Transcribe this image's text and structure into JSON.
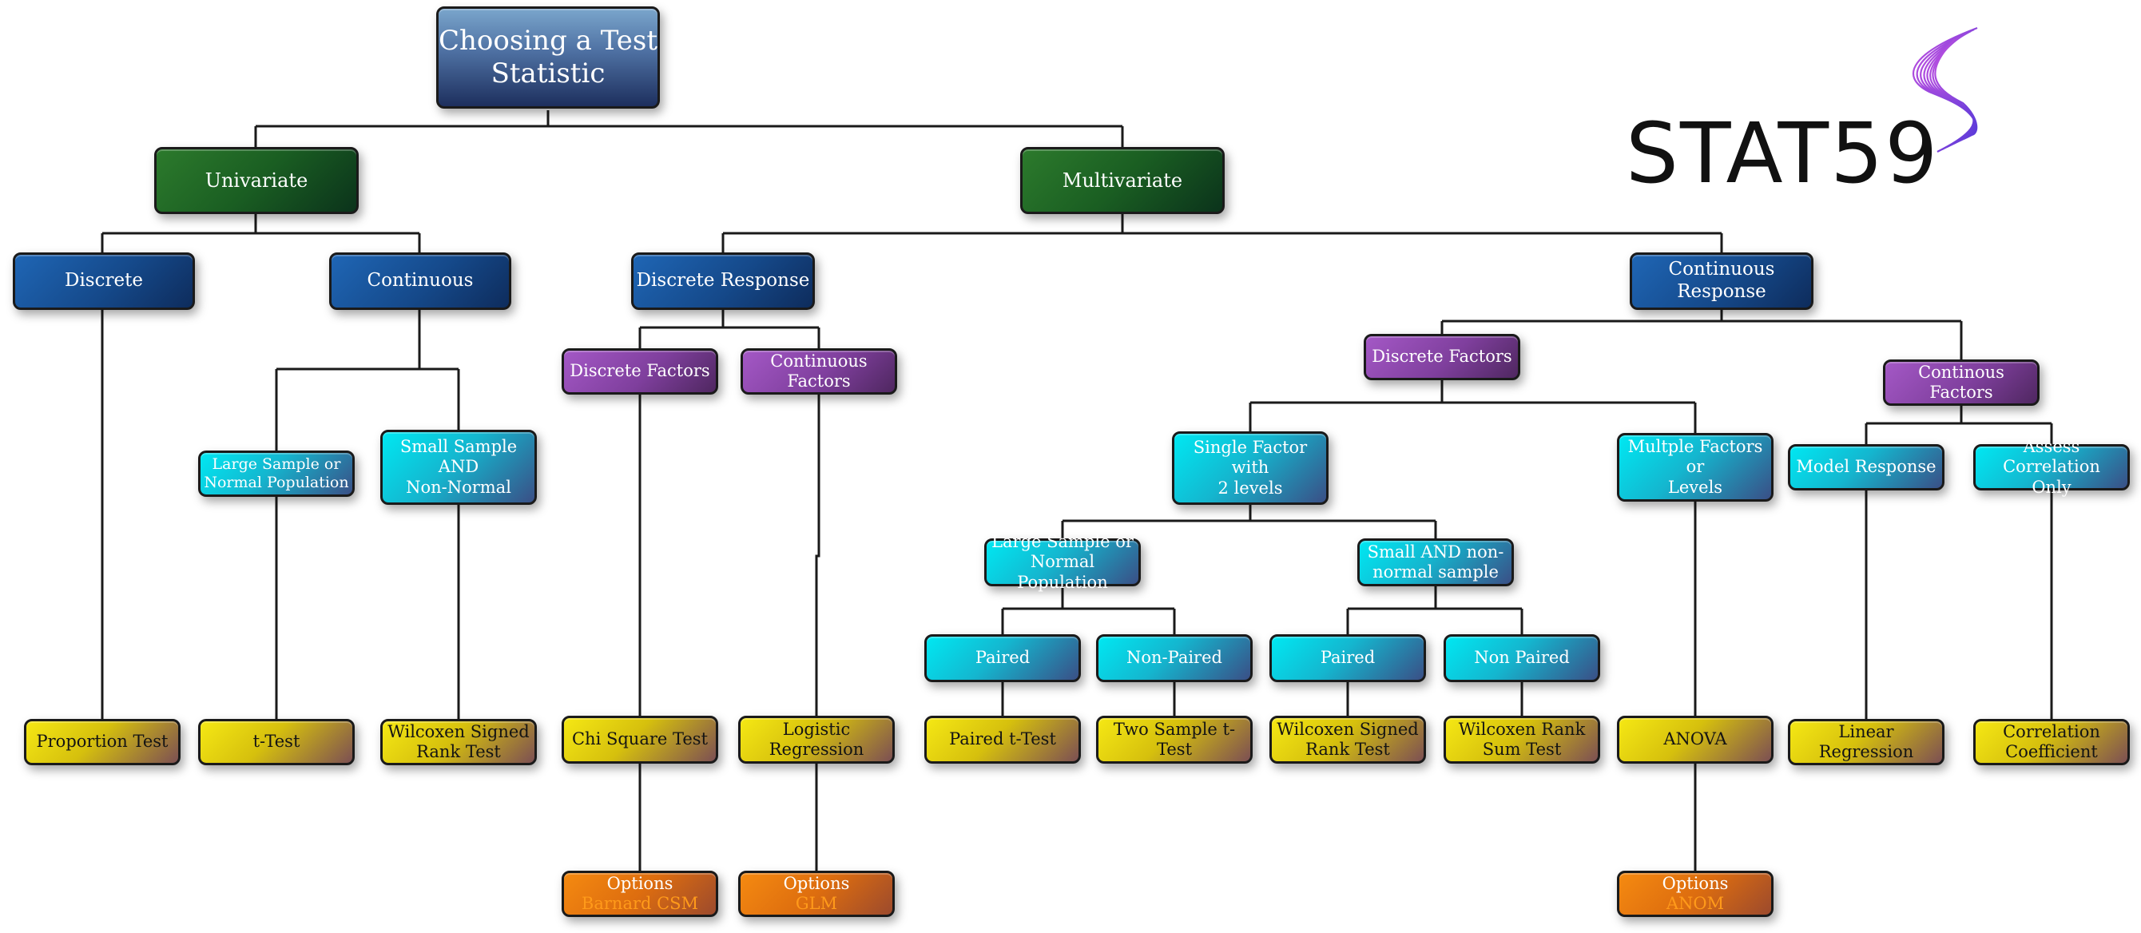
{
  "diagram": {
    "title_line1": "Choosing a Test",
    "title_line2": "Statistic",
    "logo_text": "STAT59",
    "nodes": {
      "univariate": "Univariate",
      "multivariate": "Multivariate",
      "discrete": "Discrete",
      "continuous": "Continuous",
      "discrete_response": "Discrete Response",
      "continuous_response_1": "Continuous",
      "continuous_response_2": "Response",
      "u_large_sample_1": "Large Sample or",
      "u_large_sample_2": "Normal Population",
      "u_small_sample_1": "Small Sample",
      "u_small_sample_2": "AND",
      "u_small_sample_3": "Non-Normal",
      "dr_discrete_factors": "Discrete Factors",
      "dr_continuous_factors_1": "Continuous",
      "dr_continuous_factors_2": "Factors",
      "cr_discrete_factors": "Discrete Factors",
      "cr_continous_factors": "Continous Factors",
      "single_factor_1": "Single Factor with",
      "single_factor_2": "2 levels",
      "multiple_factors_1": "Multple Factors or",
      "multiple_factors_2": "Levels",
      "model_response": "Model Response",
      "assess_correlation_1": "Assess Correlation",
      "assess_correlation_2": "Only",
      "m_large_sample_1": "Large Sample or",
      "m_large_sample_2": "Normal Population",
      "m_small_sample_1": "Small AND non-",
      "m_small_sample_2": "normal sample",
      "paired_a": "Paired",
      "non_paired_a": "Non-Paired",
      "paired_b": "Paired",
      "non_paired_b": "Non Paired"
    },
    "tests": {
      "proportion_test": "Proportion Test",
      "t_test": "t-Test",
      "wilcoxen_signed_1": "Wilcoxen Signed",
      "wilcoxen_signed_2": "Rank Test",
      "chi_square": "Chi Square Test",
      "logistic_1": "Logistic",
      "logistic_2": "Regression",
      "paired_t": "Paired t-Test",
      "two_sample_t": "Two Sample t-Test",
      "m_wilcoxen_signed_1": "Wilcoxen Signed",
      "m_wilcoxen_signed_2": "Rank Test",
      "wilcoxen_rank_sum_1": "Wilcoxen Rank",
      "wilcoxen_rank_sum_2": "Sum Test",
      "anova": "ANOVA",
      "linear_regression": "Linear Regression",
      "correlation_1": "Correlation",
      "correlation_2": "Coefficient"
    },
    "options": {
      "label": "Options",
      "barnard": "Barnard CSM",
      "glm": "GLM",
      "anom": "ANOM"
    },
    "colors": {
      "connector": "#1a1a1a",
      "option_accent": "#ff9a1a",
      "logo_gradient_start": "#5b3bd9",
      "logo_gradient_end": "#c050e0"
    }
  }
}
